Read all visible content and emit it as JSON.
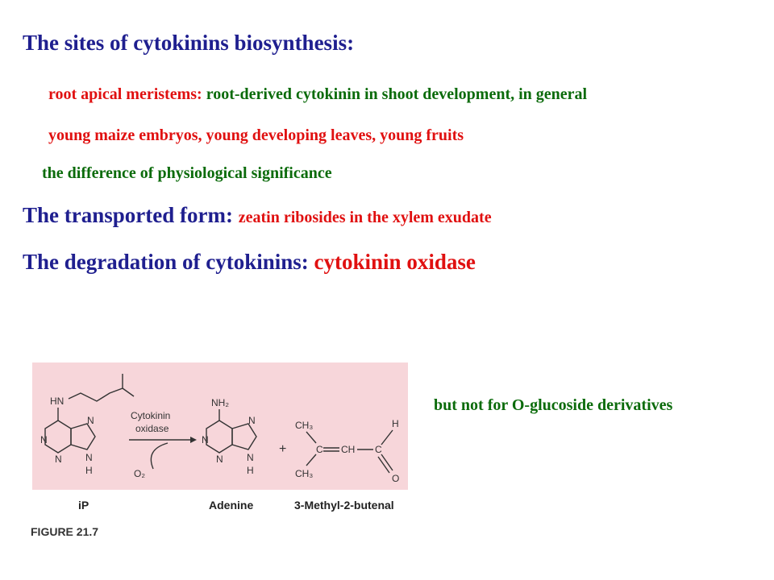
{
  "heading": {
    "sites_title": "The sites of cytokinins biosynthesis:",
    "transport_title": "The transported form:",
    "transport_value": "zeatin ribosides in the xylem exudate",
    "degradation_title": "The degradation of cytokinins:",
    "degradation_value": "cytokinin oxidase"
  },
  "bullets": {
    "b1_red": "root apical meristems:",
    "b1_green": "root-derived cytokinin in shoot development, in general",
    "b2": "young maize embryos, young developing leaves, young fruits",
    "note": "the difference of physiological significance"
  },
  "side_note": "but not for O-glucoside derivatives",
  "figure": {
    "enzyme_line1": "Cytokinin",
    "enzyme_line2": "oxidase",
    "o2": "O₂",
    "label_ip": "iP",
    "label_adenine": "Adenine",
    "label_methyl": "3-Methyl-2-butenal",
    "caption": "FIGURE 21.7",
    "atoms": {
      "hn": "HN",
      "nh2": "NH₂",
      "n": "N",
      "h": "H",
      "ch3": "CH₃",
      "c": "C",
      "ch": "CH",
      "o": "O",
      "plus": "+"
    }
  },
  "colors": {
    "blue": "#1f1f8f",
    "green": "#0b6b0b",
    "red": "#e01010",
    "figure_bg": "#f7d6da"
  }
}
